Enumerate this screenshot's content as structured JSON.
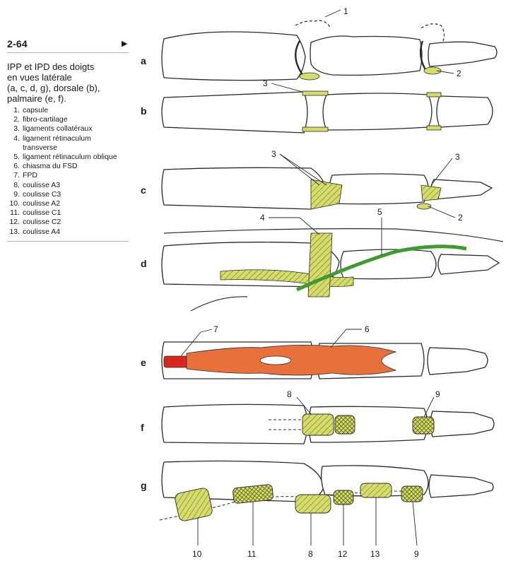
{
  "figure": {
    "number": "2-64",
    "title_lines": [
      "IPP et IPD des doigts",
      "en vues latérale",
      "(a, c, d, g), dorsale (b),",
      "palmaire (e, f)."
    ],
    "legend": [
      {
        "num": "1.",
        "text": "capsule"
      },
      {
        "num": "2.",
        "text": "fibro-cartilage"
      },
      {
        "num": "3.",
        "text": "ligaments collatéraux"
      },
      {
        "num": "4.",
        "text": "ligament rétinaculum transverse"
      },
      {
        "num": "5.",
        "text": "ligament rétinaculum oblique"
      },
      {
        "num": "6.",
        "text": "chiasma du FSD"
      },
      {
        "num": "7.",
        "text": "FPD"
      },
      {
        "num": "8.",
        "text": "coulisse A3"
      },
      {
        "num": "9.",
        "text": "coulisse C3"
      },
      {
        "num": "10.",
        "text": "coulisse A2"
      },
      {
        "num": "11.",
        "text": "coulisse C1"
      },
      {
        "num": "12.",
        "text": "coulisse C2"
      },
      {
        "num": "13.",
        "text": "coulisse A4"
      }
    ]
  },
  "panels": {
    "a": {
      "letter": "a",
      "callouts": [
        "1",
        "2"
      ]
    },
    "b": {
      "letter": "b",
      "callouts": [
        "3"
      ]
    },
    "c": {
      "letter": "c",
      "callouts": [
        "3",
        "3",
        "2"
      ]
    },
    "d": {
      "letter": "d",
      "callouts": [
        "4",
        "5"
      ]
    },
    "e": {
      "letter": "e",
      "callouts": [
        "7",
        "6"
      ]
    },
    "f": {
      "letter": "f",
      "callouts": [
        "8",
        "9"
      ]
    },
    "g": {
      "letter": "g",
      "callouts": [
        "10",
        "11",
        "8",
        "12",
        "13",
        "9"
      ]
    }
  },
  "colors": {
    "ligament_yellow": "#d6dc6a",
    "oblique_green": "#3f9b2f",
    "tendon_red": "#d8281e",
    "muscle_orange": "#e8703a",
    "ink": "#2a2a2a"
  }
}
